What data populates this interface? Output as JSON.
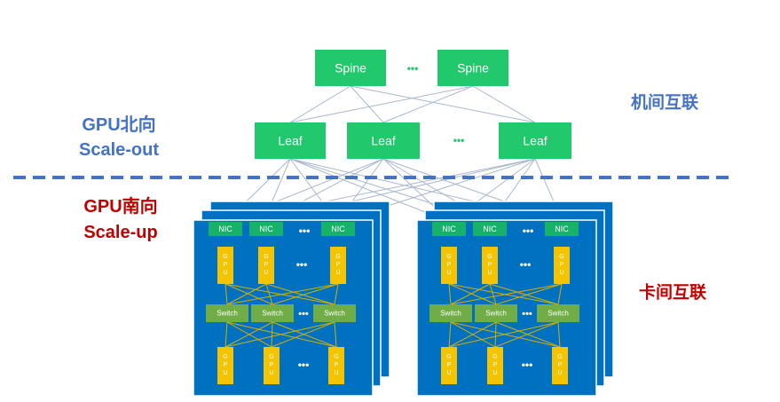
{
  "labels": {
    "northbound_title": "GPU北向",
    "northbound_sub": "Scale-out",
    "southbound_title": "GPU南向",
    "southbound_sub": "Scale-up",
    "inter_machine": "机间互联",
    "inter_card": "卡间互联"
  },
  "spine_nodes": [
    "Spine",
    "Spine"
  ],
  "leaf_nodes": [
    "Leaf",
    "Leaf",
    "Leaf"
  ],
  "node_labels": {
    "nic": "NIC",
    "gpu": "GPU",
    "switch": "Switch",
    "ellipsis": "•••"
  },
  "colors": {
    "leaf_spine_green": "#21c86c",
    "server_blue": "#0070c0",
    "small_green": "#17b26a",
    "gpu_yellow": "#f5c400",
    "switch_green": "#70ad47",
    "divider_blue": "#4472c4",
    "northbound_text": "#4472c4",
    "southbound_text": "#c00000",
    "line_gray": "#a9b8cc",
    "line_yellow": "#d4b000"
  }
}
